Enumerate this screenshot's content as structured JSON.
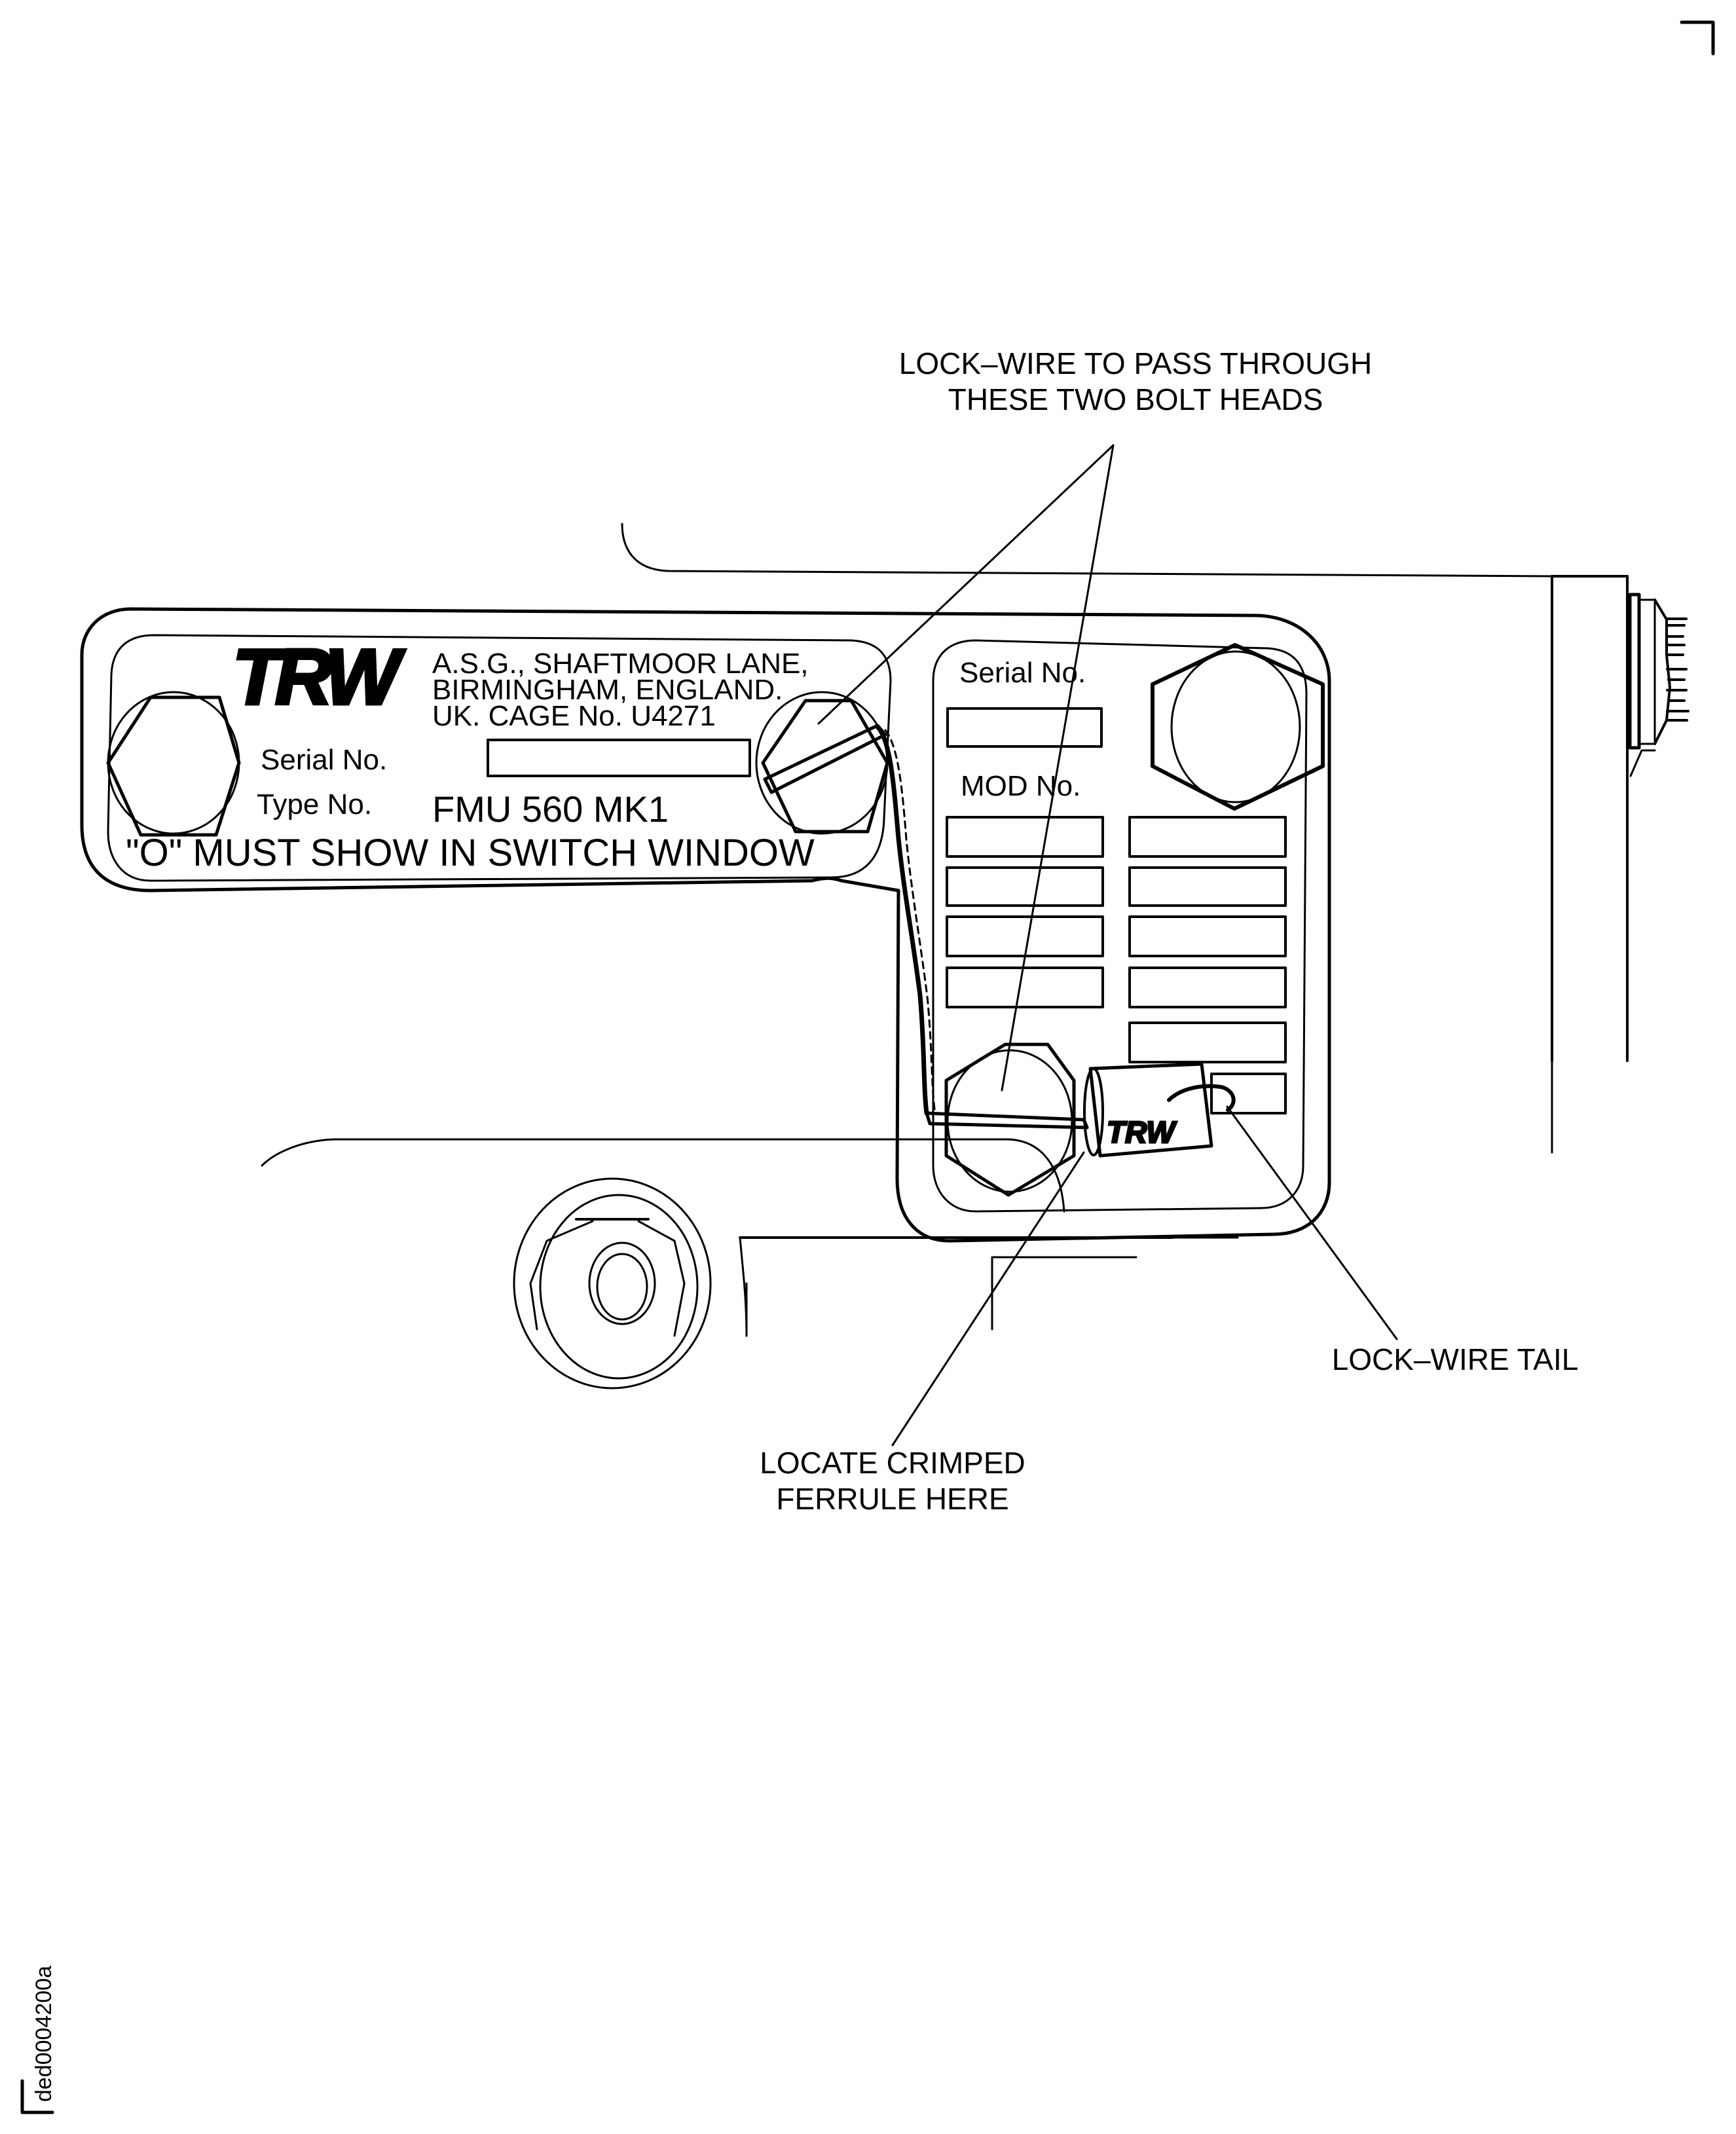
{
  "figure": {
    "figure_id": "ded0004200a",
    "ink_color": "#000000",
    "paper_color": "#ffffff"
  },
  "callouts": {
    "lockwire_pass_line1": "LOCK–WIRE TO PASS THROUGH",
    "lockwire_pass_line2": "THESE TWO BOLT HEADS",
    "lockwire_tail": "LOCK–WIRE TAIL",
    "ferrule_line1": "LOCATE CRIMPED",
    "ferrule_line2": "FERRULE HERE"
  },
  "main_plate": {
    "logo": "TRW",
    "address_line1": "A.S.G., SHAFTMOOR LANE,",
    "address_line2": "BIRMINGHAM, ENGLAND.",
    "address_line3": "UK. CAGE No. U4271",
    "serial_label": "Serial No.",
    "serial_value": "",
    "type_label": "Type No.",
    "type_value": "FMU 560 MK1",
    "switch_notice": "\"O\" MUST SHOW IN SWITCH WINDOW"
  },
  "mod_plate": {
    "serial_label": "Serial No.",
    "serial_value": "",
    "mod_label": "MOD No.",
    "mod_boxes_left": [
      "",
      "",
      "",
      ""
    ],
    "mod_boxes_right": [
      "",
      "",
      "",
      "",
      "",
      ""
    ]
  },
  "ferrule": {
    "logo": "TRW"
  }
}
